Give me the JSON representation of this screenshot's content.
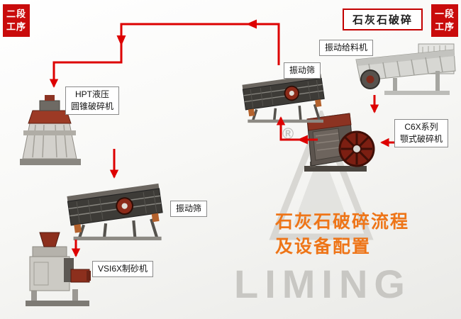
{
  "diagram": {
    "stage_badges": {
      "stage2": {
        "line1": "二段",
        "line2": "工序"
      },
      "stage1": {
        "line1": "一段",
        "line2": "工序"
      }
    },
    "material": "石灰石破碎",
    "equipment_labels": {
      "feeder": "振动给料机",
      "screen1": "振动筛",
      "jaw": {
        "line1": "C6X系列",
        "line2": "颚式破碎机"
      },
      "cone": {
        "line1": "HPT液压",
        "line2": "圆锥破碎机"
      },
      "screen2": "振动筛",
      "sand_maker": "VSI6X制砂机"
    },
    "title": {
      "line1": "石灰石破碎流程",
      "line2": "及设备配置"
    },
    "watermark": {
      "brand": "LIMING",
      "registered": "®"
    },
    "colors": {
      "arrow_red": "#dd0000",
      "badge_red": "#c90b0b",
      "title_orange": "#ee7518",
      "label_border": "#8a8a8a",
      "watermark_gray": "#c8c7c3"
    },
    "machine_icons": [
      "vibrating-feeder-illustration",
      "c6x-jaw-crusher-illustration",
      "vibrating-screen-illustration",
      "hpt-cone-crusher-illustration",
      "vibrating-screen-illustration",
      "vsi6x-sand-maker-illustration"
    ]
  }
}
